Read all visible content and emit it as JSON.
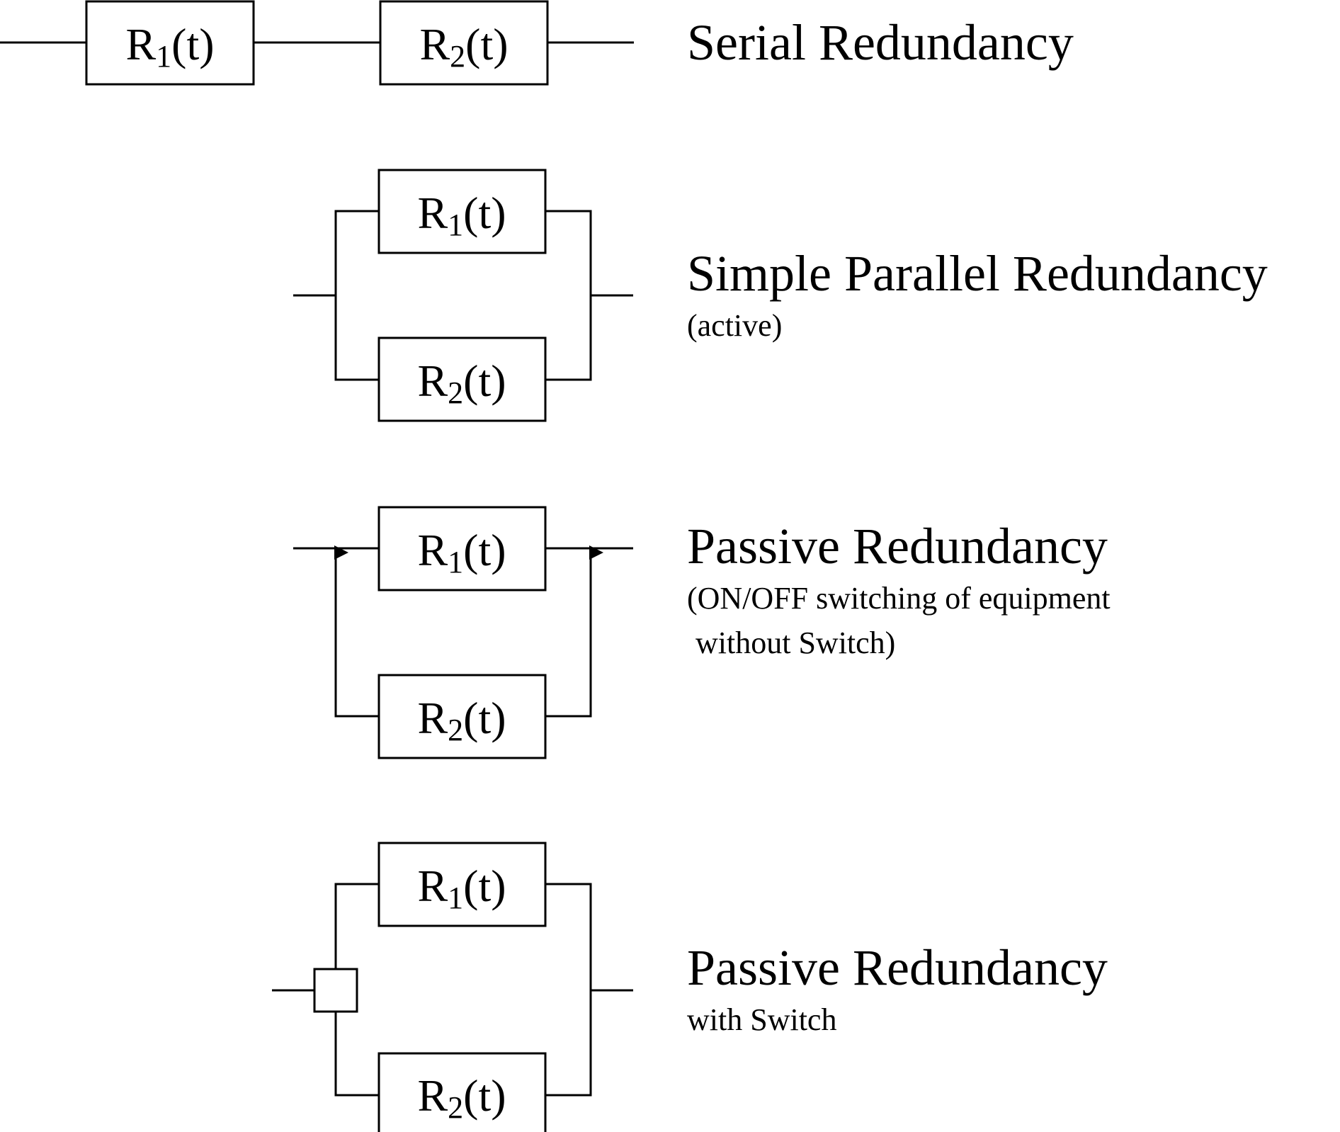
{
  "blocks": {
    "r1": {
      "base": "R",
      "sub": "1",
      "arg": "(t)"
    },
    "r2": {
      "base": "R",
      "sub": "2",
      "arg": "(t)"
    }
  },
  "diagrams": {
    "serial": {
      "title": "Serial Redundancy"
    },
    "simple_parallel": {
      "title": "Simple Parallel Redundancy",
      "subtitle": "(active)"
    },
    "passive": {
      "title": "Passive Redundancy",
      "subtitle_line1": "(ON/OFF switching of equipment",
      "subtitle_line2": "without Switch)"
    },
    "passive_switch": {
      "title": "Passive Redundancy",
      "subtitle": "with Switch"
    }
  }
}
